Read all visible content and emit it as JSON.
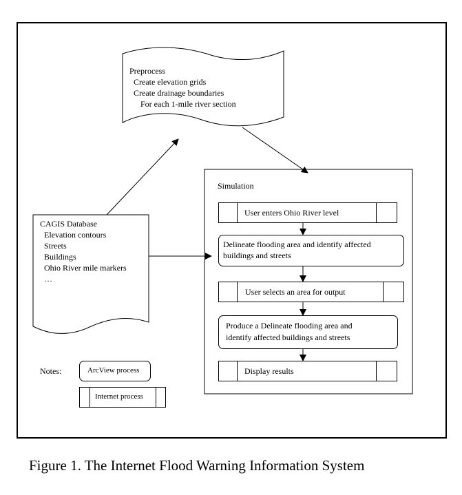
{
  "preprocess": {
    "title": "Preprocess",
    "line1": "Create elevation grids",
    "line2": "Create drainage boundaries",
    "line3": "For each 1-mile river section"
  },
  "database": {
    "title": "CAGIS Database",
    "items": [
      "Elevation contours",
      "Streets",
      "Buildings",
      "Ohio River mile markers",
      "…"
    ]
  },
  "simulation": {
    "title": "Simulation",
    "step1": "User enters Ohio River level",
    "step2_line1": "Delineate flooding area and identify affected",
    "step2_line2": "buildings and streets",
    "step3": "User selects an area for output",
    "step4_line1": "Produce a Delineate flooding area and",
    "step4_line2": "identify affected buildings and streets",
    "step5": "Display results"
  },
  "notes": {
    "label": "Notes:",
    "arcview": "ArcView process",
    "internet": "Internet process"
  },
  "caption": "Figure 1. The Internet Flood Warning Information System"
}
